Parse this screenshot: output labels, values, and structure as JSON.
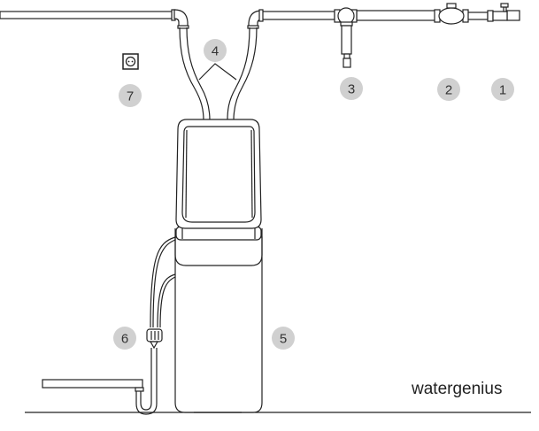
{
  "labels": {
    "main_valve": "1",
    "water_meter": "2",
    "filter": "3",
    "hoses": "4",
    "softener": "5",
    "drain": "6",
    "power_socket": "7"
  },
  "brand": "watergenius",
  "colors": {
    "badge": "#d0d0d0",
    "line": "#222222"
  }
}
